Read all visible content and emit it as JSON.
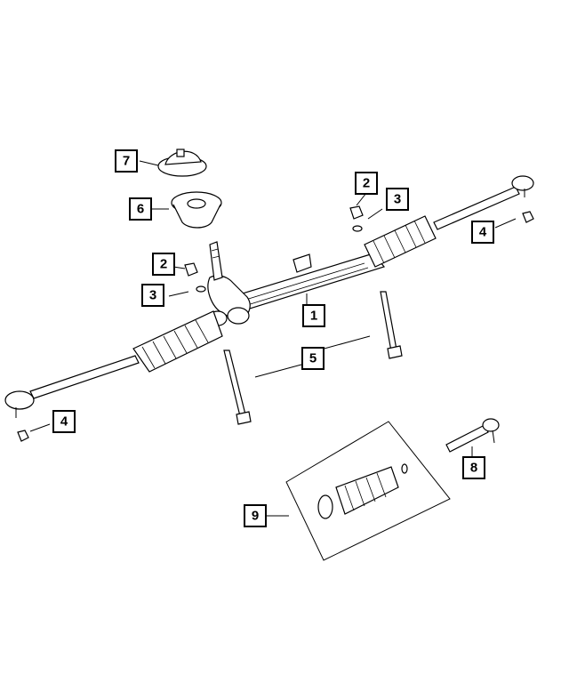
{
  "callouts": [
    {
      "id": "c1",
      "label": "1"
    },
    {
      "id": "c2a",
      "label": "2"
    },
    {
      "id": "c2b",
      "label": "2"
    },
    {
      "id": "c3a",
      "label": "3"
    },
    {
      "id": "c3b",
      "label": "3"
    },
    {
      "id": "c4a",
      "label": "4"
    },
    {
      "id": "c4b",
      "label": "4"
    },
    {
      "id": "c5",
      "label": "5"
    },
    {
      "id": "c6",
      "label": "6"
    },
    {
      "id": "c7",
      "label": "7"
    },
    {
      "id": "c8",
      "label": "8"
    },
    {
      "id": "c9",
      "label": "9"
    }
  ]
}
